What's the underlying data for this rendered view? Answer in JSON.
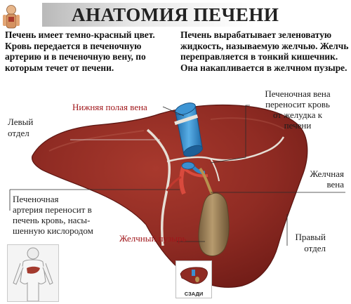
{
  "title": "АНАТОМИЯ ПЕЧЕНИ",
  "description": {
    "left": "Печень имеет темно-красный цвет. Кровь передается в печеночную артерию и в печеночную вену, по которым течет от печени.",
    "right": "Печень вырабатывает зеленоватую жидкость, называемую желчью. Желчь переправляется в тонкий кишечник. Она накапливается в желчном пузыре."
  },
  "labels": {
    "left_lobe": [
      "Левый",
      "отдел"
    ],
    "ivc": "Нижняя полая вена",
    "hepatic_vein": [
      "Печеночная вена",
      "переносит кровь",
      "от желудка к",
      "печени"
    ],
    "bile_vein": [
      "Желчная",
      "вена"
    ],
    "hepatic_artery": [
      "Печеночная",
      "артерия переносит в",
      "печень кровь, насы-",
      "шенную кислородом"
    ],
    "gallbladder": "Желчный пузырь",
    "right_lobe": [
      "Правый",
      "отдел"
    ],
    "back_view": "СЗАДИ"
  },
  "colors": {
    "liver": "#8f2b23",
    "liver_dark": "#6e1b16",
    "ligament": "#d8d0c8",
    "vein_blue": "#2f86c9",
    "gallbladder": "#9a7f55",
    "label_red": "#a0161a"
  }
}
